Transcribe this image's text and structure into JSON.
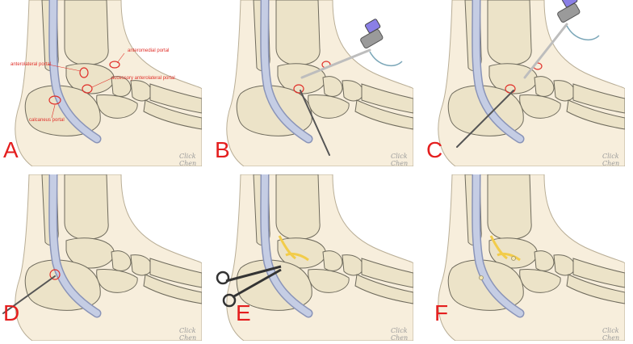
{
  "colors": {
    "skin": "#f7eedc",
    "bone": "#ece3c8",
    "bone_stroke": "#6e6a5c",
    "tendon": "#c5cde4",
    "tendon_stroke": "#8a94b8",
    "portal": "#e0302a",
    "letter": "#e41e1e",
    "scope": "#bdbdbd",
    "scope_cap": "#8a7fe6",
    "graft": "#f2cc4a",
    "instrument": "#555555"
  },
  "panels": [
    {
      "letter": "A",
      "signature": "Click Chen",
      "mode": "portals"
    },
    {
      "letter": "B",
      "signature": "Click Chen",
      "mode": "scope-medial"
    },
    {
      "letter": "C",
      "signature": "Click Chen",
      "mode": "scope-lateral"
    },
    {
      "letter": "D",
      "signature": "Click Chen",
      "mode": "calcaneal-needle"
    },
    {
      "letter": "E",
      "signature": "Click Chen",
      "mode": "graft-forceps"
    },
    {
      "letter": "F",
      "signature": "Click Chen",
      "mode": "graft-final"
    }
  ],
  "portal_labels": {
    "anteromedial": "anteromedial portal",
    "anterolateral": "anterolateral portal",
    "accessory_anterolateral": "accessory anterolateral portal",
    "calcaneus": "calcaneus portal"
  },
  "icons": [
    "arthroscope-icon",
    "needle-icon",
    "forceps-icon"
  ]
}
